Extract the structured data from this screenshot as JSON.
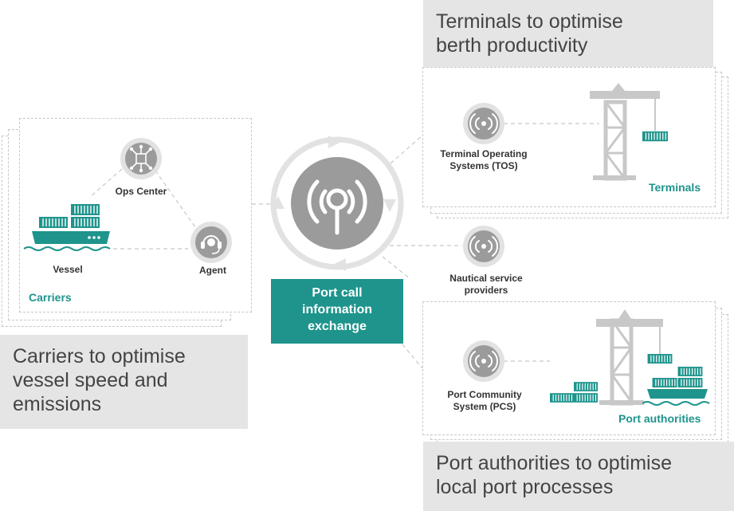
{
  "hub": {
    "label": "Port call\ninformation\nexchange"
  },
  "carriers": {
    "group_label": "Carriers",
    "caption": "Carriers to optimise\nvessel speed and\nemissions",
    "nodes": {
      "ops_center": "Ops Center",
      "vessel": "Vessel",
      "agent": "Agent"
    }
  },
  "terminals": {
    "group_label": "Terminals",
    "caption": "Terminals to optimise\nberth productivity",
    "node_label": "Terminal Operating\nSystems (TOS)"
  },
  "nautical": {
    "node_label": "Nautical service\nproviders"
  },
  "port_authorities": {
    "group_label": "Port authorities",
    "caption": "Port authorities to optimise\nlocal port processes",
    "node_label": "Port Community\nSystem (PCS)"
  },
  "colors": {
    "accent": "#1e948c",
    "icon_gray": "#9b9b9b",
    "caption_bg": "#e5e5e5"
  }
}
